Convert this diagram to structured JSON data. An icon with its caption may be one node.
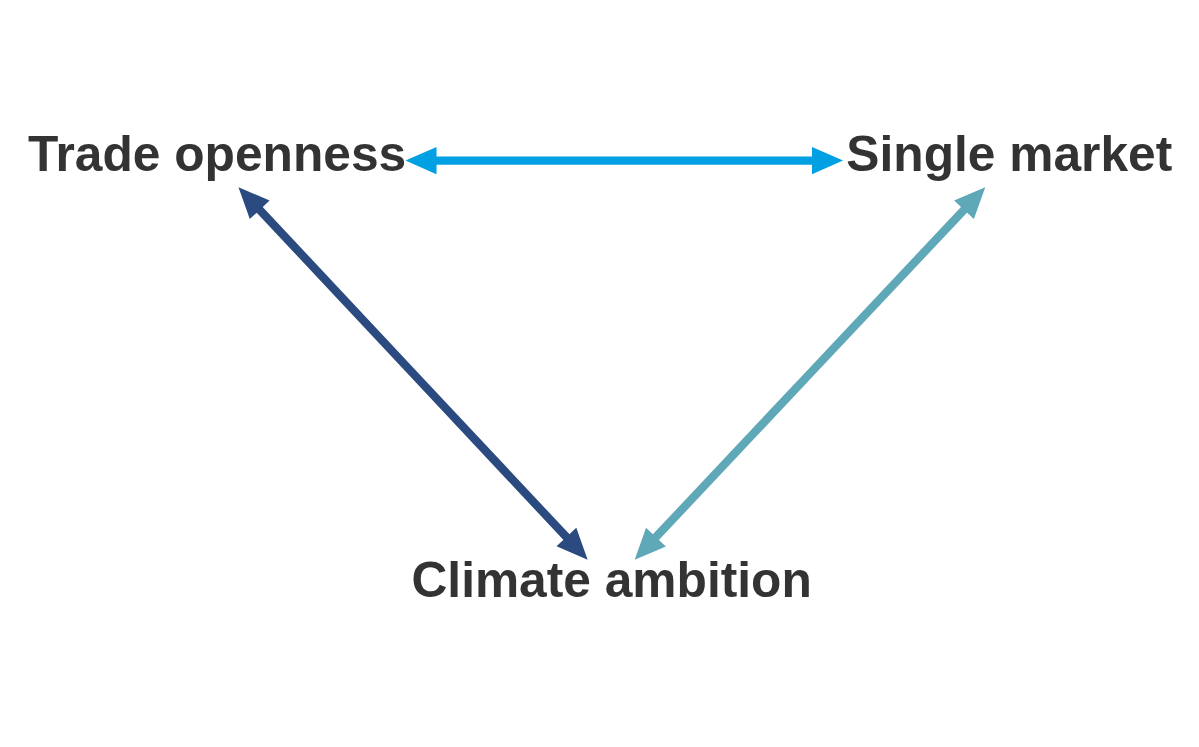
{
  "diagram": {
    "nodes": [
      {
        "text": [
          "Trade openness"
        ]
      },
      {
        "text": [
          "Single market"
        ]
      },
      {
        "text": [
          "Climate ambition"
        ]
      }
    ],
    "edges": [
      {
        "from": 0,
        "to": 1,
        "arrow": "both",
        "color": "#00a0e3"
      },
      {
        "from": 0,
        "to": 2,
        "arrow": "both",
        "color": "#2a4a80"
      },
      {
        "from": 1,
        "to": 2,
        "arrow": "both",
        "color": "#5fa8b8"
      }
    ]
  }
}
